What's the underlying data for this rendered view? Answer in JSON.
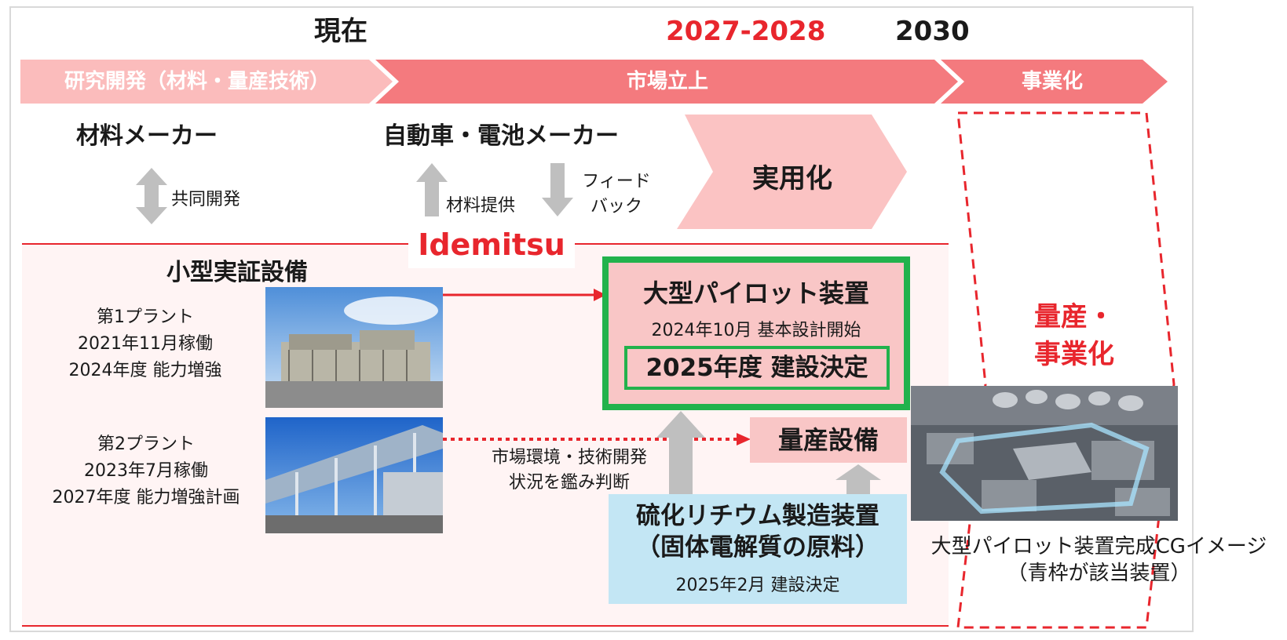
{
  "years": {
    "now": "現在",
    "target": "2027-2028",
    "final": "2030"
  },
  "phases": [
    {
      "label": "研究開発（材料・量産技術）",
      "color": "#fbbcbc"
    },
    {
      "label": "市場立上",
      "color": "#f47a7e"
    },
    {
      "label": "事業化",
      "color": "#f47a7e"
    }
  ],
  "top": {
    "material_maker": "材料メーカー",
    "joint_dev": "共同開発",
    "auto_battery": "自動車・電池メーカー",
    "material_supply": "材料提供",
    "feedback_1": "フィード",
    "feedback_2": "バック",
    "practical": "実用化"
  },
  "brand": "Idemitsu",
  "demo": {
    "title": "小型実証設備",
    "plant1": [
      "第1プラント",
      "2021年11月稼働",
      "2024年度 能力増強"
    ],
    "plant2": [
      "第2プラント",
      "2023年7月稼働",
      "2027年度 能力増強計画"
    ]
  },
  "pilot": {
    "title": "大型パイロット装置",
    "sub": "2024年10月 基本設計開始",
    "decision": "2025年度 建設決定"
  },
  "judgement": [
    "市場環境・技術開発",
    "状況を鑑み判断"
  ],
  "mass_facility": "量産設備",
  "lithium": {
    "title1": "硫化リチウム製造装置",
    "title2": "（固体電解質の原料）",
    "sub": "2025年2月 建設決定"
  },
  "mass_business": [
    "量産・",
    "事業化"
  ],
  "cg_caption": [
    "大型パイロット装置完成CGイメージ",
    "（青枠が該当装置）"
  ],
  "colors": {
    "red": "#e8262d",
    "green": "#22b24c",
    "pink": "#f9c6c6",
    "light_blue": "#c3e6f4",
    "gray_arrow": "#bfbfbf"
  }
}
